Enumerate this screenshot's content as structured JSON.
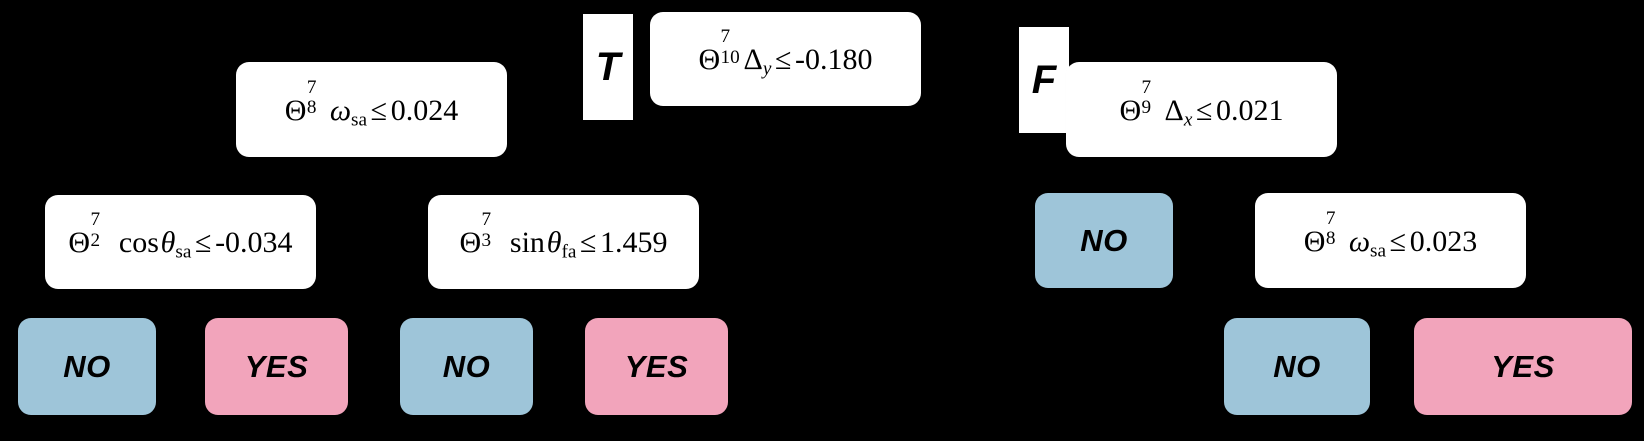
{
  "diagram": {
    "type": "decision-tree",
    "background_color": "#000000",
    "decision_node_color": "#ffffff",
    "leaf_no_color": "#9ec5d9",
    "leaf_yes_color": "#f2a4bb",
    "text_color": "#000000"
  },
  "branch_labels": {
    "true": "T",
    "false": "F"
  },
  "nodes": {
    "root": {
      "kind": "decision",
      "text": "Θ⁷₁₀Δ_y ≤ -0.180",
      "base": "Θ",
      "sup": "7",
      "sub": "10",
      "operand": "Δ",
      "operand_sub": "y",
      "relation": "≤",
      "threshold": "-0.180"
    },
    "left_child": {
      "kind": "decision",
      "text": "Θ⁷₈ω_sa ≤ 0.024",
      "base": "Θ",
      "sup": "7",
      "sub": "8",
      "operand": "ω",
      "operand_sub": "sa",
      "relation": "≤",
      "threshold": "0.024"
    },
    "right_child": {
      "kind": "decision",
      "text": "Θ⁷₉Δ_x ≤ 0.021",
      "base": "Θ",
      "sup": "7",
      "sub": "9",
      "operand": "Δ",
      "operand_sub": "x",
      "relation": "≤",
      "threshold": "0.021"
    },
    "left_left": {
      "kind": "decision",
      "text": "Θ⁷₂ cos θ_sa ≤ -0.034",
      "base": "Θ",
      "sup": "7",
      "sub": "2",
      "func": "cos",
      "operand": "θ",
      "operand_sub": "sa",
      "relation": "≤",
      "threshold": "-0.034"
    },
    "left_right": {
      "kind": "decision",
      "text": "Θ⁷₃ sin θ_fa ≤ 1.459",
      "base": "Θ",
      "sup": "7",
      "sub": "3",
      "func": "sin",
      "operand": "θ",
      "operand_sub": "fa",
      "relation": "≤",
      "threshold": "1.459"
    },
    "right_left_leaf": {
      "kind": "leaf",
      "label": "NO",
      "color": "#9ec5d9"
    },
    "right_right": {
      "kind": "decision",
      "text": "Θ⁷₈ω_sa ≤ 0.023",
      "base": "Θ",
      "sup": "7",
      "sub": "8",
      "operand": "ω",
      "operand_sub": "sa",
      "relation": "≤",
      "threshold": "0.023"
    }
  },
  "leaves": [
    {
      "id": "leaf-1",
      "label": "NO",
      "color": "#9ec5d9"
    },
    {
      "id": "leaf-2",
      "label": "YES",
      "color": "#f2a4bb"
    },
    {
      "id": "leaf-3",
      "label": "NO",
      "color": "#9ec5d9"
    },
    {
      "id": "leaf-4",
      "label": "YES",
      "color": "#f2a4bb"
    },
    {
      "id": "leaf-5",
      "label": "NO",
      "color": "#9ec5d9"
    },
    {
      "id": "leaf-6",
      "label": "YES",
      "color": "#f2a4bb"
    }
  ]
}
